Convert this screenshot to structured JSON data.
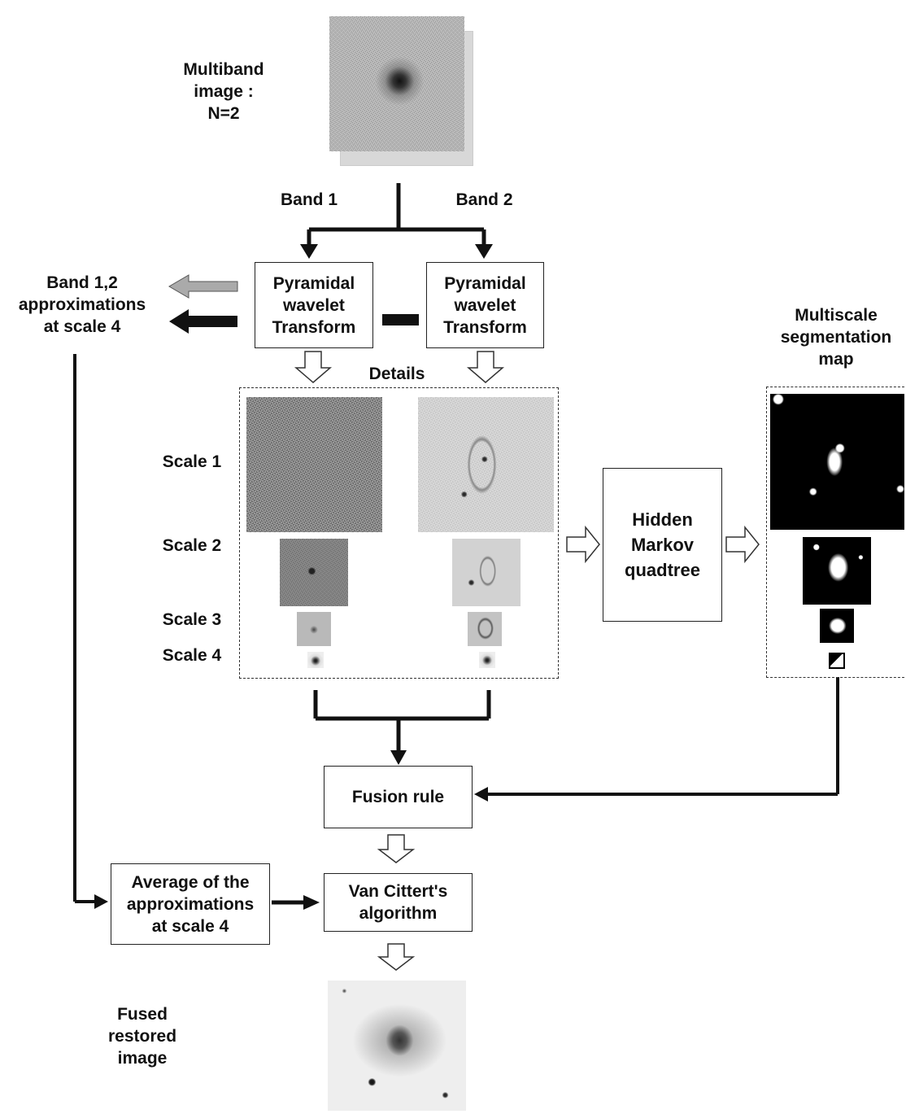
{
  "input": {
    "lines": [
      "Multiband",
      "image :",
      "N=2"
    ]
  },
  "bands": {
    "band1": "Band 1",
    "band2": "Band 2"
  },
  "transform_box": {
    "lines": [
      "Pyramidal",
      "wavelet",
      "Transform"
    ]
  },
  "approximations": {
    "lines": [
      "Band 1,2",
      "approximations",
      "at scale 4"
    ]
  },
  "details_label": "Details",
  "scales": [
    "Scale 1",
    "Scale 2",
    "Scale 3",
    "Scale 4"
  ],
  "hmm_box": {
    "lines": [
      "Hidden",
      "Markov",
      "quadtree"
    ]
  },
  "segmentation": {
    "lines": [
      "Multiscale",
      "segmentation",
      "map"
    ]
  },
  "fusion_box": "Fusion rule",
  "average_box": {
    "lines": [
      "Average of the",
      "approximations",
      "at scale 4"
    ]
  },
  "vancittert_box": {
    "lines": [
      "Van Cittert's",
      "algorithm"
    ]
  },
  "output": {
    "lines": [
      "Fused",
      "restored",
      "image"
    ]
  }
}
